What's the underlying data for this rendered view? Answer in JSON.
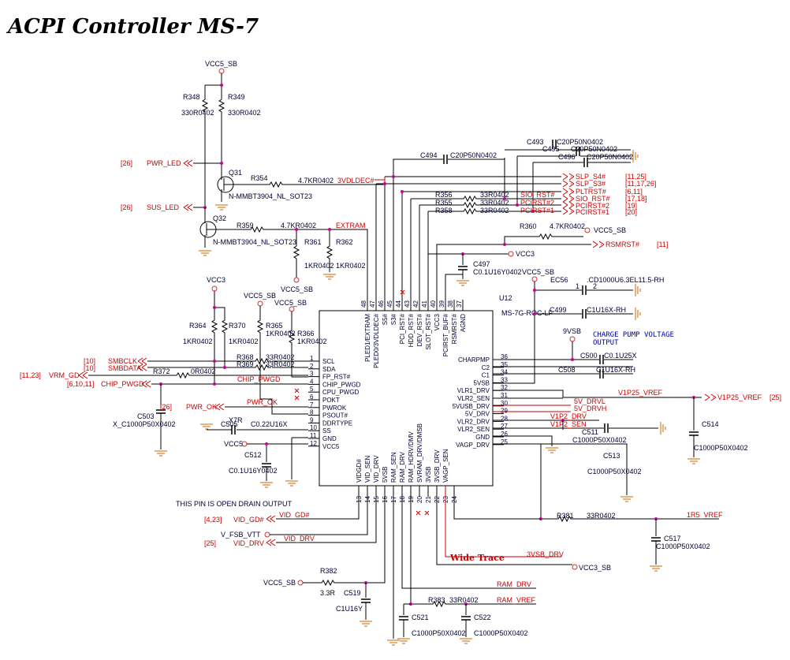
{
  "title": "ACPI Controller  MS-7",
  "chip": {
    "ref": "U12",
    "part": "MS-7G-ROC-LF",
    "left_pins": [
      {
        "num": "1",
        "name": "SCL"
      },
      {
        "num": "2",
        "name": "SDA"
      },
      {
        "num": "3",
        "name": "FP_RST#"
      },
      {
        "num": "4",
        "name": "CHIP_PWGD"
      },
      {
        "num": "5",
        "name": "CPU_PWGD"
      },
      {
        "num": "6",
        "name": "POKT"
      },
      {
        "num": "7",
        "name": "PWROK"
      },
      {
        "num": "8",
        "name": "PSOUT#"
      },
      {
        "num": "9",
        "name": "DDRTYPE"
      },
      {
        "num": "10",
        "name": "SS"
      },
      {
        "num": "11",
        "name": "GND"
      },
      {
        "num": "12",
        "name": "VCC5"
      }
    ],
    "right_pins": [
      {
        "num": "36",
        "name": "CHARPMP"
      },
      {
        "num": "35",
        "name": "C2"
      },
      {
        "num": "34",
        "name": "C1"
      },
      {
        "num": "33",
        "name": "5VSB"
      },
      {
        "num": "32",
        "name": "VLR1_DRV"
      },
      {
        "num": "31",
        "name": "VLR2_SEN"
      },
      {
        "num": "30",
        "name": "5VUSB_DRV"
      },
      {
        "num": "29",
        "name": "5V_DRV"
      },
      {
        "num": "28",
        "name": "VLR2_DRV"
      },
      {
        "num": "27",
        "name": "VLR2_SEN"
      },
      {
        "num": "26",
        "name": "GND"
      },
      {
        "num": "25",
        "name": "VAGP_DRV"
      }
    ],
    "top_pins": [
      {
        "num": "48",
        "name": "PLED1/EXTRAM"
      },
      {
        "num": "47",
        "name": "PLED0/3VDLDEC#"
      },
      {
        "num": "46",
        "name": "S5#"
      },
      {
        "num": "45",
        "name": "S3#"
      },
      {
        "num": "44",
        "name": "PCI_RST#"
      },
      {
        "num": "43",
        "name": "HDD_RST#"
      },
      {
        "num": "42",
        "name": "DEV_RST#"
      },
      {
        "num": "41",
        "name": "SLOT_RST#"
      },
      {
        "num": "40",
        "name": "VCC3"
      },
      {
        "num": "39",
        "name": "PCIRST_BUF#"
      },
      {
        "num": "38",
        "name": "RSMRST#"
      },
      {
        "num": "37",
        "name": "AGND"
      }
    ],
    "bottom_pins": [
      {
        "num": "13",
        "name": "VIDGD#"
      },
      {
        "num": "14",
        "name": "VID_SEN"
      },
      {
        "num": "15",
        "name": "VID_DRV"
      },
      {
        "num": "16",
        "name": "5VSB"
      },
      {
        "num": "17",
        "name": "RAM_SEN"
      },
      {
        "num": "18",
        "name": "RAM_DRV"
      },
      {
        "num": "19",
        "name": "RAM_HDRV/DMV"
      },
      {
        "num": "20",
        "name": "SVRAM_DRV/DMSB"
      },
      {
        "num": "21",
        "name": "3VSB"
      },
      {
        "num": "22",
        "name": "3VSB_DRV"
      },
      {
        "num": "23",
        "name": "VAGP_SEN"
      },
      {
        "num": "24",
        "name": ""
      }
    ]
  },
  "labels": {
    "vcc5sb_top": "VCC5_SB",
    "r348": "R348",
    "r348v": "330R0402",
    "r349": "R349",
    "r349v": "330R0402",
    "pwr_led": "PWR_LED",
    "pwr_led_ref": "[26]",
    "q31": "Q31",
    "q31p": "N-MMBT3904_NL_SOT23",
    "r354": "R354",
    "r354v": "4.7KR0402",
    "vdldec": "3VDLDEC#",
    "sus_led": "SUS_LED",
    "sus_led_ref": "[26]",
    "q32": "Q32",
    "q32p": "N-MMBT3904_NL_SOT23",
    "r359": "R359",
    "r359v": "4.7KR0402",
    "extram": "EXTRAM",
    "r361": "R361",
    "r361v": "1KR0402",
    "r362": "R362",
    "r362v": "1KR0402",
    "vcc5sb_mid": "VCC5_SB",
    "vcc3_l": "VCC3",
    "vcc5sb_l1": "VCC5_SB",
    "vcc5sb_l2": "VCC5_SB",
    "r364": "R364",
    "r364v": "1KR0402",
    "r370": "R370",
    "r370v": "1KR0402",
    "r365": "R365",
    "r365v": "1KR0402",
    "r366": "R366",
    "r366v": "1KR0402",
    "r368": "R368",
    "r368v": "33R0402",
    "r369": "R369",
    "r369v": "33R0402",
    "smbclk": "SMBCLK",
    "smbclk_ref": "[10]",
    "smbdata": "SMBDATA",
    "smbdata_ref": "[10]",
    "vrm_gd": "VRM_GD",
    "vrm_gd_ref": "[11,23]",
    "r372": "R372",
    "r372v": "0R0402",
    "chip_pwgd_net": "CHIP_PWGD",
    "chip_pwgd": "CHIP_PWGD",
    "chip_pwgd_ref": "[6,10,11]",
    "pwr_ok": "PWR_OK",
    "pwr_ok_ref": "[26]",
    "pwr_ok_net": "PWR_OK",
    "c503": "C503",
    "c503v": "X_C1000P50X0402",
    "x7r": "X7R",
    "c505": "C505",
    "c505v": "C0.22U16X",
    "vcc5": "VCC5",
    "c512": "C512",
    "c512v": "C0.1U16Y0402",
    "c494": "C494",
    "c494v": "C20P50N0402",
    "c493": "C493",
    "c493v": "C20P50N0402",
    "c495": "C495",
    "c495v": "C20P50N0402",
    "c496": "C496",
    "c496v": "C20P50N0402",
    "slp_s4": "SLP_S4#",
    "slp_s4_ref": "[11,25]",
    "slp_s3": "SLP_S3#",
    "slp_s3_ref": "[11,17,26]",
    "pltrst": "PLTRST#",
    "pltrst_ref": "[6,11]",
    "sio_rst": "SIO_RST#",
    "sio_rst_ref": "[17,18]",
    "pcirst2": "PCIRST#2",
    "pcirst2_ref": "[19]",
    "pcirst1": "PCIRST#1",
    "pcirst1_ref": "[20]",
    "r356": "R356",
    "r356v": "33R0402",
    "sio_rst_net": "SIO_RST#",
    "r355": "R355",
    "r355v": "33R0402",
    "pcirst2_net": "PCIRST#2",
    "r358": "R358",
    "r358v": "33R0402",
    "pcirst1_net": "PCIRST#1",
    "r360": "R360",
    "r360v": "4.7KR0402",
    "vcc5sb_r360": "VCC5_SB",
    "rsmrst": "RSMRST#",
    "rsmrst_ref": "[11]",
    "c497": "C497",
    "c497v": "C0.1U16Y0402",
    "vcc3_c497": "VCC3",
    "vcc5sb_ec": "VCC5_SB",
    "ec56": "EC56",
    "ec56v": ".CD1000U6.3EL11.5-RH",
    "p1": "1",
    "p2": "2",
    "c499": "C499",
    "c499v": "C1U16X-RH",
    "vsb9": "9VSB",
    "note1": "CHARGE PUMP VOLTAGE",
    "note2": "OUTPUT",
    "c500": "C500",
    "c500v": "C0.1U25X",
    "c508": "C508",
    "c508v": "C1U16X-RH",
    "v1p25": "V1P25_VREF",
    "v1p25_ref": "[25]",
    "v1p25_net": "V1P25_VREF",
    "drvl": "5V_DRVL",
    "drvh": "5V_DRVH",
    "v1p2drv": "V1P2_DRV",
    "v1p2sen": "V1P2_SEN",
    "c511": "C511",
    "c511v": "C1000P50X0402",
    "c513": "C513",
    "c513v": "C1000P50X0402",
    "c514": "C514",
    "c514v": "C1000P50X0402",
    "open_drain": "THIS PIN IS OPEN DRAIN OUTPUT",
    "vid_gd": "VID_GD#",
    "vid_gd_ref": "[4,23]",
    "vid_gd_net": "VID_GD#",
    "vfsb": "V_FSB_VTT",
    "vid_drv": "VID_DRV",
    "vid_drv_ref": "[25]",
    "vid_drv_net": "VID_DRV",
    "r381": "R381",
    "r381v": "33R0402",
    "r1p5": "1R5_VREF",
    "c517": "C517",
    "c517v": "C1000P50X0402",
    "wide_trace": "Wide Trace",
    "vsb3drv": "3VSB_DRV",
    "vcc3sb": "VCC3_SB",
    "r382": "R382",
    "r382v": "3.3R",
    "vcc5sb_r382": "VCC5_SB",
    "c519": "C519",
    "c519v": "C1U16Y",
    "ram_drv": "RAM_DRV",
    "r383": "R383",
    "r383v": "33R0402",
    "ram_vref": "RAM_VREF",
    "c521": "C521",
    "c521v": "C1000P50X0402",
    "c522": "C522",
    "c522v": "C1000P50X0402"
  }
}
